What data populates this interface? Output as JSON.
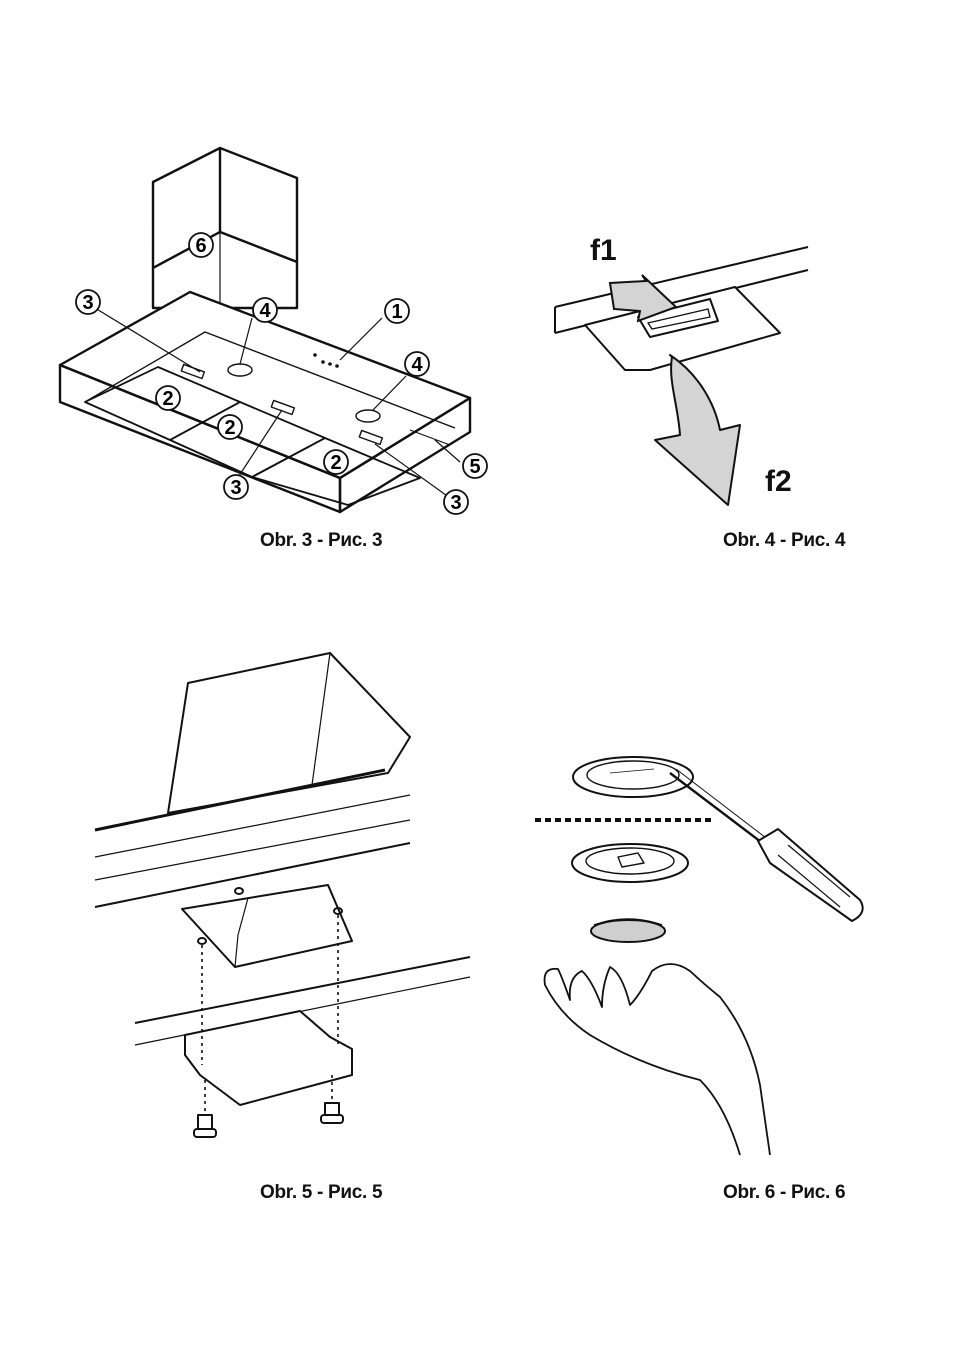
{
  "figures": {
    "fig3": {
      "caption": "Obr. 3 - Рис. 3",
      "callouts": [
        "1",
        "2",
        "2",
        "2",
        "3",
        "3",
        "3",
        "4",
        "4",
        "5",
        "6"
      ]
    },
    "fig4": {
      "caption": "Obr. 4 - Рис. 4",
      "labels": {
        "f1": "f1",
        "f2": "f2"
      }
    },
    "fig5": {
      "caption": "Obr. 5 - Рис. 5"
    },
    "fig6": {
      "caption": "Obr. 6 - Рис. 6"
    }
  },
  "colors": {
    "ink": "#111111",
    "arrow_fill": "#d4d4d4",
    "bulb_fill": "#cfcfcf"
  }
}
